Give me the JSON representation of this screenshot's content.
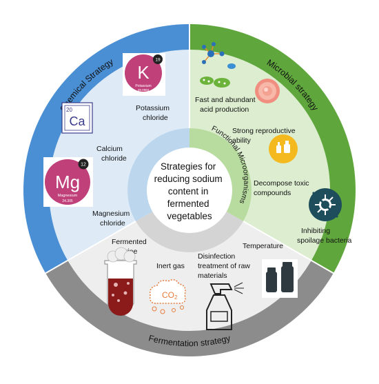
{
  "center": {
    "lines": [
      "Strategies for",
      "reducing sodium",
      "content in",
      "fermented",
      "vegetables"
    ]
  },
  "sectors": {
    "chemical": {
      "title": "Chemical Strategy",
      "color": "#4a8fd4",
      "bg": "#deebf7"
    },
    "microbial": {
      "title": "Microbial strategy",
      "color": "#5fa63c",
      "bg": "#dcedd0"
    },
    "fermentation": {
      "title": "Fermentation strategy",
      "color": "#8c8c8c",
      "bg": "#eeeeee"
    }
  },
  "inner_ring": {
    "functional": "Functional Microorganisms"
  },
  "chemical_items": {
    "potassium": {
      "lines": [
        "Potassium",
        "chloride"
      ]
    },
    "calcium": {
      "lines": [
        "Calcium",
        "chloride"
      ]
    },
    "magnesium": {
      "lines": [
        "Magnesium",
        "chloride"
      ]
    }
  },
  "microbial_items": {
    "acid": {
      "lines": [
        "Fast and abundant",
        "acid production"
      ]
    },
    "repro": {
      "lines": [
        "Strong reproductive",
        "ability"
      ]
    },
    "toxic": {
      "lines": [
        "Decompose toxic",
        "compounds"
      ]
    },
    "spoilage": {
      "lines": [
        "Inhibiting",
        "spoilage bacteria"
      ]
    }
  },
  "fermentation_items": {
    "brine": {
      "lines": [
        "Fermented",
        "brine"
      ]
    },
    "gas": {
      "lines": [
        "Inert gas"
      ]
    },
    "disinfection": {
      "lines": [
        "Disinfection",
        "treatment of raw",
        "materials"
      ]
    },
    "temperature": {
      "lines": [
        "Temperature"
      ]
    }
  },
  "elements": {
    "potassium": {
      "symbol": "K",
      "number": "19",
      "name": "Potassium",
      "mass": "39.0983",
      "color": "#c0407a"
    },
    "calcium": {
      "symbol": "Ca",
      "number": "20",
      "color": "#3a3a8a"
    },
    "magnesium": {
      "symbol": "Mg",
      "number": "12",
      "name": "Magnesium",
      "mass": "24.305",
      "color": "#c0407a"
    }
  },
  "gas_formula": "CO",
  "gas_subscript": "2"
}
